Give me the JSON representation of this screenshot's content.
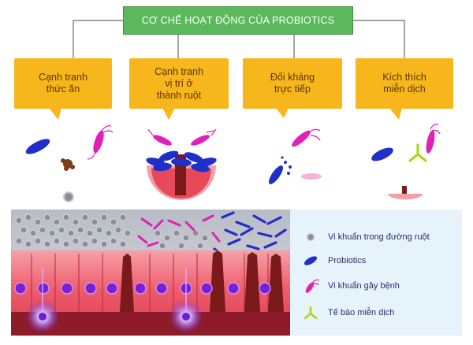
{
  "title": "CƠ CHẾ HOẠT ĐỘNG CỦA PROBIOTICS",
  "mechanisms": [
    {
      "label": "Cạnh tranh\nthức ăn"
    },
    {
      "label": "Cạnh tranh\nvị trí ở\nthành ruột"
    },
    {
      "label": "Đối kháng\ntrực tiếp"
    },
    {
      "label": "Kích thích\nmiễn dịch"
    }
  ],
  "legend": [
    {
      "label": "Vi khuẩn trong đường ruột",
      "icon": "gut-bacteria-icon"
    },
    {
      "label": "Probiotics",
      "icon": "probiotic-icon"
    },
    {
      "label": "Vi khuẩn gây bệnh",
      "icon": "pathogen-icon"
    },
    {
      "label": "Tế bào miễn dịch",
      "icon": "immune-cell-icon"
    }
  ],
  "colors": {
    "title_bg": "#5cb85c",
    "callout_bg": "#f7b61b",
    "probiotic": "#1f2fc8",
    "pathogen": "#e020b8",
    "immune": "#a8d81e",
    "gut_bacteria": "#8a8f96",
    "tissue": "#e8485a",
    "villi": "#7a1a1a",
    "legend_bg": "#e6f3fa"
  }
}
